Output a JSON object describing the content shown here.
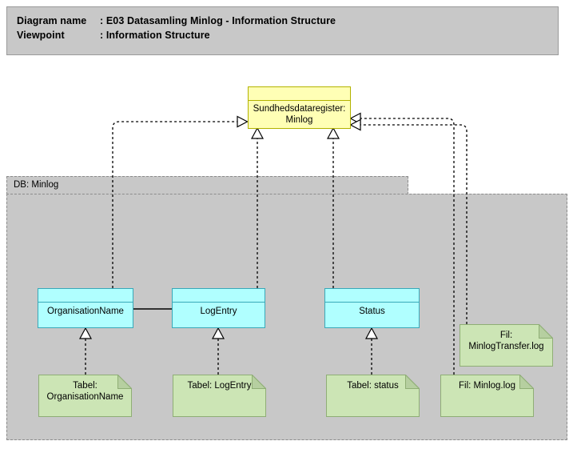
{
  "header": {
    "line1_key": "Diagram name",
    "line1_value": ": E03 Datasamling Minlog - Information Structure",
    "line2_key": "Viewpoint",
    "line2_value": ": Information Structure"
  },
  "group": {
    "label": "DB: Minlog"
  },
  "nodes": {
    "system": {
      "label": "Sundhedsdataregister: Minlog"
    },
    "organisation_name": {
      "label": "OrganisationName"
    },
    "log_entry": {
      "label": "LogEntry"
    },
    "status": {
      "label": "Status"
    },
    "tabel_organisation_name": {
      "label": "Tabel:\nOrganisationName"
    },
    "tabel_log_entry": {
      "label": "Tabel: LogEntry"
    },
    "tabel_status": {
      "label": "Tabel: status"
    },
    "fil_minlog_transfer": {
      "label": "Fil:\nMinlogTransfer.log"
    },
    "fil_minlog": {
      "label": "Fil: Minlog.log"
    }
  },
  "colors": {
    "canvas": "#ffffff",
    "header_band": "#c8c8c8",
    "group_fill": "#c8c8c8",
    "group_border": "#8c8c8c",
    "yellow_fill": "#ffffb5",
    "yellow_border": "#b3b300",
    "cyan_fill": "#b0ffff",
    "cyan_border": "#39a8b8",
    "green_fill": "#cce5b5",
    "green_border": "#8fae75",
    "green_fold": "#b6cfa0",
    "line": "#000000"
  },
  "connections": [
    {
      "name": "organisation-name-to-system",
      "style": "dashed",
      "arrow": "hollow-triangle"
    },
    {
      "name": "log-entry-to-system",
      "style": "dashed",
      "arrow": "hollow-triangle"
    },
    {
      "name": "status-to-system",
      "style": "dashed",
      "arrow": "hollow-triangle"
    },
    {
      "name": "fil-minlog-transfer-to-system",
      "style": "dashed",
      "arrow": "hollow-triangle"
    },
    {
      "name": "fil-minlog-to-system",
      "style": "dashed",
      "arrow": "hollow-triangle"
    },
    {
      "name": "tabel-organisation-name-to-organisation-name",
      "style": "dashed",
      "arrow": "hollow-triangle"
    },
    {
      "name": "tabel-log-entry-to-log-entry",
      "style": "dashed",
      "arrow": "hollow-triangle"
    },
    {
      "name": "tabel-status-to-status",
      "style": "dashed",
      "arrow": "hollow-triangle"
    },
    {
      "name": "organisation-name-to-log-entry",
      "style": "solid",
      "arrow": "none"
    }
  ]
}
